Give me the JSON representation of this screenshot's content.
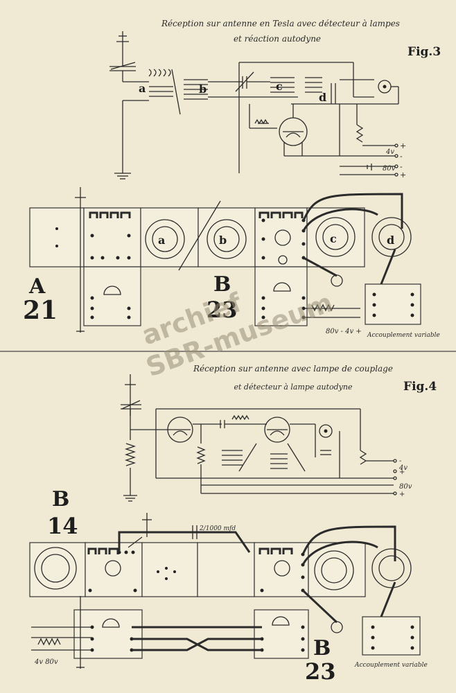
{
  "fig3": {
    "title_line1": "Réception sur antenne en Tesla avec détecteur à lampes",
    "title_line2": "et réaction autodyne",
    "fig_label": "Fig.3",
    "coil_a": "a",
    "coil_b": "b",
    "coil_c": "c",
    "coil_d": "d",
    "v4": "4v",
    "v80": "80v",
    "panel_A": "A",
    "panel_A_num": "21",
    "panel_B": "B",
    "panel_B_num": "23",
    "coupling": "Accouplement variable",
    "battery_label": "80v - 4v +"
  },
  "fig4": {
    "title_line1": "Réception sur antenne avec lampe de couplage",
    "title_line2": "et détecteur à lampe autodyne",
    "fig_label": "Fig.4",
    "v4": "4v",
    "v80": "80v",
    "panel_B1": "B",
    "panel_B1_num": "14",
    "panel_B2": "B",
    "panel_B2_num": "23",
    "capacitor": "2/1000 mfd",
    "coupling": "Accouplement variable",
    "battery_label": "4v 80v"
  },
  "watermark": {
    "line1": "archief",
    "line2": "SBR-museum"
  }
}
